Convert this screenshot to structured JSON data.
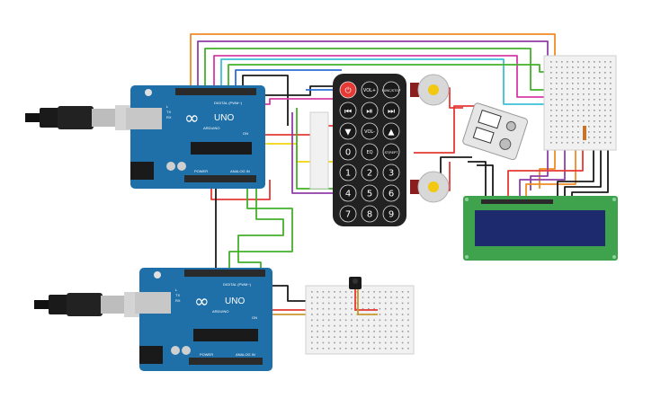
{
  "arduino_top": {
    "logo": "∞",
    "model": "UNO",
    "brand": "ARDUINO",
    "digital_label": "DIGITAL (PWM~)",
    "power_label": "POWER",
    "analog_label": "ANALOG IN",
    "tx": "TX",
    "rx": "RX",
    "l": "L",
    "on": "ON"
  },
  "arduino_bottom": {
    "logo": "∞",
    "model": "UNO",
    "brand": "ARDUINO",
    "digital_label": "DIGITAL (PWM~)",
    "power_label": "POWER",
    "analog_label": "ANALOG IN",
    "tx": "TX",
    "rx": "RX",
    "l": "L",
    "on": "ON"
  },
  "remote": {
    "buttons": [
      {
        "label": "⏻"
      },
      {
        "label": "VOL+"
      },
      {
        "label": "FUNC/STOP"
      },
      {
        "label": "⏮"
      },
      {
        "label": "⏯"
      },
      {
        "label": "⏭"
      },
      {
        "label": "▼"
      },
      {
        "label": "VOL-"
      },
      {
        "label": "▲"
      },
      {
        "label": "0"
      },
      {
        "label": "EQ"
      },
      {
        "label": "ST/REPT"
      },
      {
        "label": "1"
      },
      {
        "label": "2"
      },
      {
        "label": "3"
      },
      {
        "label": "4"
      },
      {
        "label": "5"
      },
      {
        "label": "6"
      },
      {
        "label": "7"
      },
      {
        "label": "8"
      },
      {
        "label": "9"
      }
    ]
  },
  "colors": {
    "arduino_board": "#1f6fa8",
    "arduino_dark": "#16577f",
    "remote_body": "#222222",
    "remote_power": "#e53935",
    "lcd_board": "#3fa34d",
    "lcd_screen": "#1e2a6e",
    "breadboard": "#f1f1f1",
    "motor": "#d8d8d8",
    "motor_shaft": "#f2c811",
    "wire_red": "#e53935",
    "wire_black": "#1a1a1a",
    "wire_green": "#43b02a",
    "wire_orange": "#f08a24",
    "wire_purple": "#8e3fa8",
    "wire_magenta": "#d63aa8",
    "wire_cyan": "#3cc0d6",
    "wire_yellow": "#f2d20f",
    "wire_blue": "#2b6fd6"
  }
}
